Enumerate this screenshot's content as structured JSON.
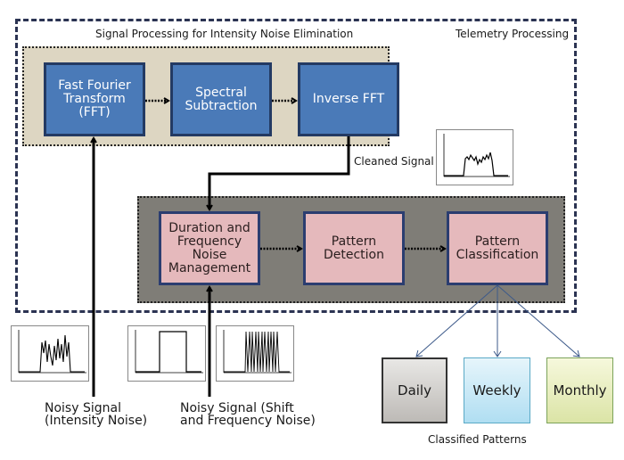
{
  "diagram": {
    "outer_container": {
      "title": "Telemetry Processing"
    },
    "stage1": {
      "title": "Signal Processing for Intensity Noise Elimination",
      "boxes": [
        {
          "label": "Fast Fourier\nTransform\n(FFT)"
        },
        {
          "label": "Spectral\nSubtraction"
        },
        {
          "label": "Inverse FFT"
        }
      ]
    },
    "stage2": {
      "boxes": [
        {
          "label": "Duration and\nFrequency\nNoise\nManagement"
        },
        {
          "label": "Pattern\nDetection"
        },
        {
          "label": "Pattern\nClassification"
        }
      ]
    },
    "signals": {
      "cleaned": {
        "label": "Cleaned Signal"
      },
      "noisy_intensity": {
        "label": "Noisy Signal\n(Intensity Noise)"
      },
      "noisy_shift_freq": {
        "label": "Noisy Signal (Shift\nand Frequency Noise)"
      }
    },
    "classified": {
      "caption": "Classified Patterns",
      "items": [
        {
          "label": "Daily"
        },
        {
          "label": "Weekly"
        },
        {
          "label": "Monthly"
        }
      ]
    },
    "colors": {
      "stage1_box": "#4a7ab8",
      "stage1_bg": "#ddd6c2",
      "stage2_box": "#e5b9bc",
      "stage2_bg": "#7f7d77",
      "container_border": "#2b3352",
      "fanout_arrow": "#3d5a8a"
    }
  }
}
